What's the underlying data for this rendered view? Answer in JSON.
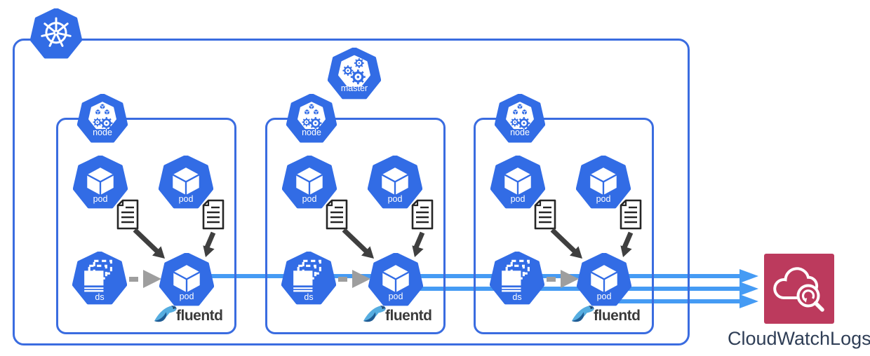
{
  "cluster": {
    "logo_icon": "kubernetes-helm-icon",
    "master": {
      "label": "master",
      "icon": "control-plane-gears-icon"
    },
    "nodes": [
      {
        "label": "node",
        "pod1_label": "pod",
        "pod2_label": "pod",
        "ds_label": "ds",
        "fluentd_pod_label": "pod",
        "fluentd_label": "fluentd",
        "log_icons": [
          "log-file-icon",
          "log-file-icon"
        ]
      },
      {
        "label": "node",
        "pod1_label": "pod",
        "pod2_label": "pod",
        "ds_label": "ds",
        "fluentd_pod_label": "pod",
        "fluentd_label": "fluentd",
        "log_icons": [
          "log-file-icon",
          "log-file-icon"
        ]
      },
      {
        "label": "node",
        "pod1_label": "pod",
        "pod2_label": "pod",
        "ds_label": "ds",
        "fluentd_pod_label": "pod",
        "fluentd_label": "fluentd",
        "log_icons": [
          "log-file-icon",
          "log-file-icon"
        ]
      }
    ]
  },
  "destination": {
    "label": "CloudWatchLogs",
    "icon": "cloudwatch-logs-icon"
  },
  "flow": {
    "lines_to_destination": 3
  },
  "colors": {
    "kubernetes_blue": "#326ce5",
    "border_blue": "#3a6ce0",
    "flow_arrow_blue": "#459bf4",
    "dashed_arrow_gray": "#9e9e9e",
    "log_arrow_dark": "#3f3f3f",
    "cloudwatch_pink": "#bc3a5d",
    "cloudwatch_text": "#2f3e56"
  }
}
